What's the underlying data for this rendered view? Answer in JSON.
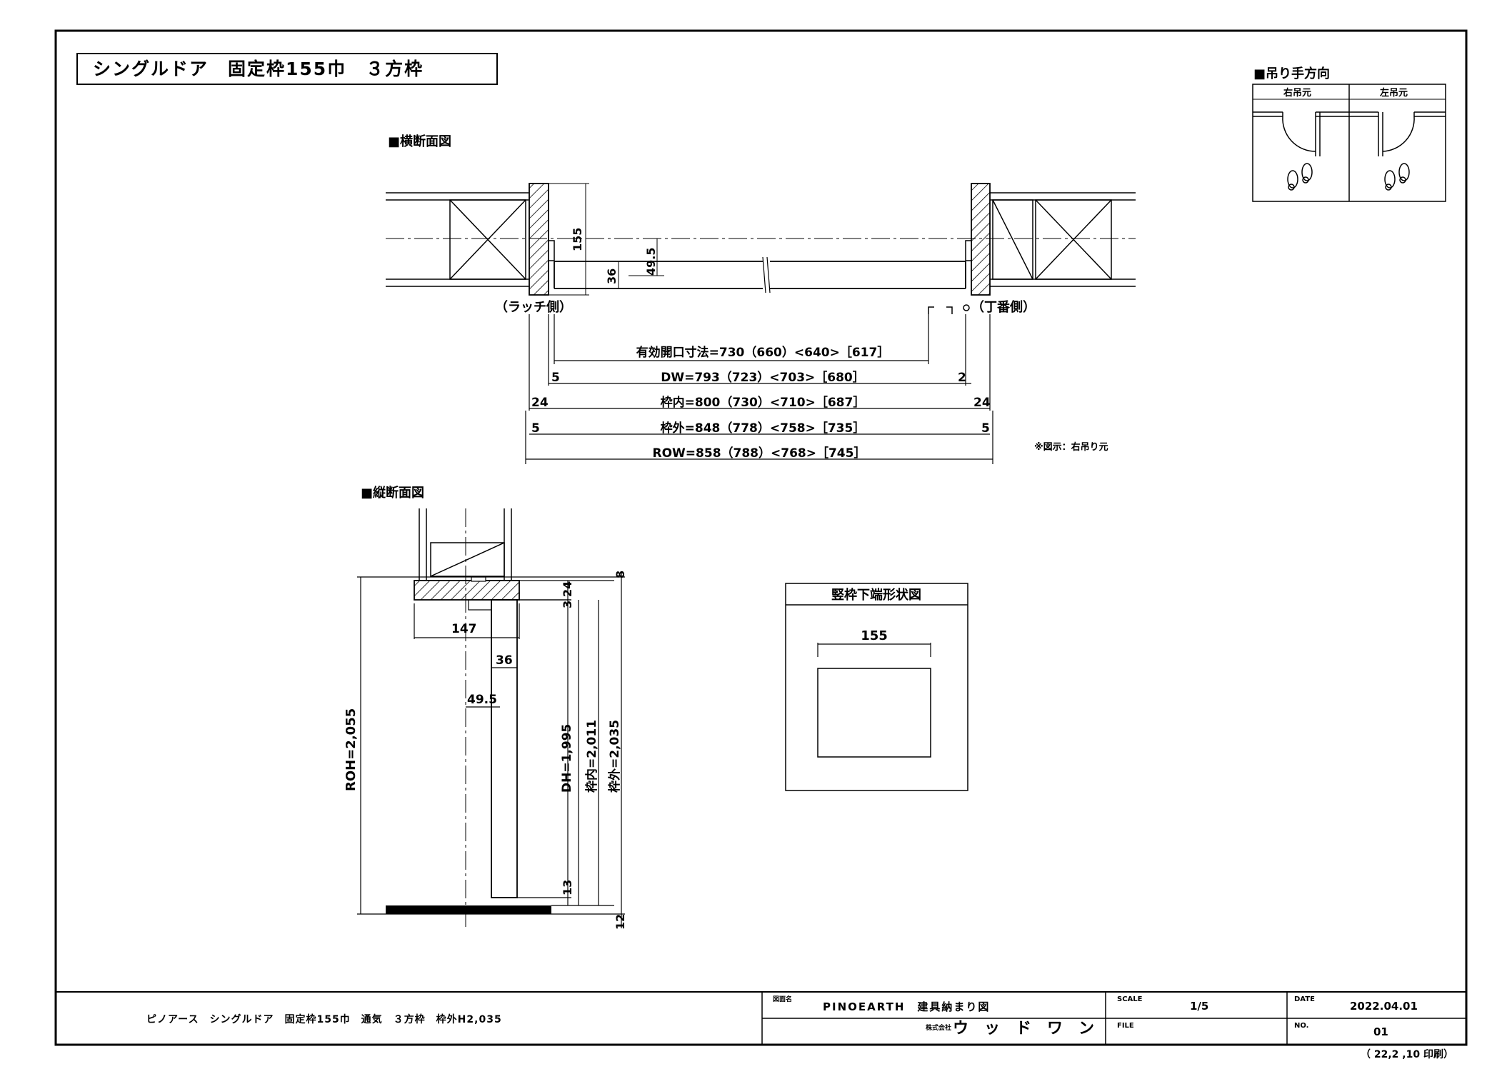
{
  "title": "シングルドア　固定枠155巾　３方枠",
  "hanging": {
    "heading": "■吊り手方向",
    "right_label": "右吊元",
    "left_label": "左吊元"
  },
  "horizontal_section": {
    "heading": "■横断面図",
    "latch_side": "（ラッチ側）",
    "hinge_side": "（丁番側）",
    "dim_155": "155",
    "dim_49_5": "49.5",
    "dim_36": "36",
    "effective_opening": "有効開口寸法=730（660）<640>［617］",
    "dw": "DW=793（723）<703>［680］",
    "frame_inner": "枠内=800（730）<710>［687］",
    "frame_outer": "枠外=848（778）<758>［735］",
    "row": "ROW=858（788）<768>［745］",
    "dw_left": "5",
    "dw_right": "2",
    "inner_left": "24",
    "inner_right": "24",
    "outer_left": "5",
    "outer_right": "5",
    "note": "※図示：右吊り元"
  },
  "vertical_section": {
    "heading": "■縦断面図",
    "dim_8": "8",
    "dim_3": "3",
    "dim_24": "24",
    "dim_147": "147",
    "dim_36": "36",
    "dim_49_5": "49.5",
    "roh": "ROH=2,055",
    "dh": "DH=1,995",
    "frame_inner": "枠内=2,011",
    "frame_outer": "枠外=2,035",
    "dim_13": "13",
    "dim_12": "12"
  },
  "bottom_shape": {
    "title": "竪枠下端形状図",
    "dim": "155"
  },
  "title_block": {
    "description": "ピノアース　シングルドア　固定枠155巾　通気　３方枠　枠外H2,035",
    "drawing_name_label": "図面名",
    "drawing_name": "PINOEARTH　建具納まり図",
    "company_prefix": "株式会社",
    "company": "ウッドワン",
    "scale_label": "SCALE",
    "scale": "1/5",
    "file_label": "FILE",
    "file": "",
    "date_label": "DATE",
    "date": "2022.04.01",
    "no_label": "NO.",
    "no": "01",
    "printed": "（ 22,2 ,10 印刷）"
  }
}
